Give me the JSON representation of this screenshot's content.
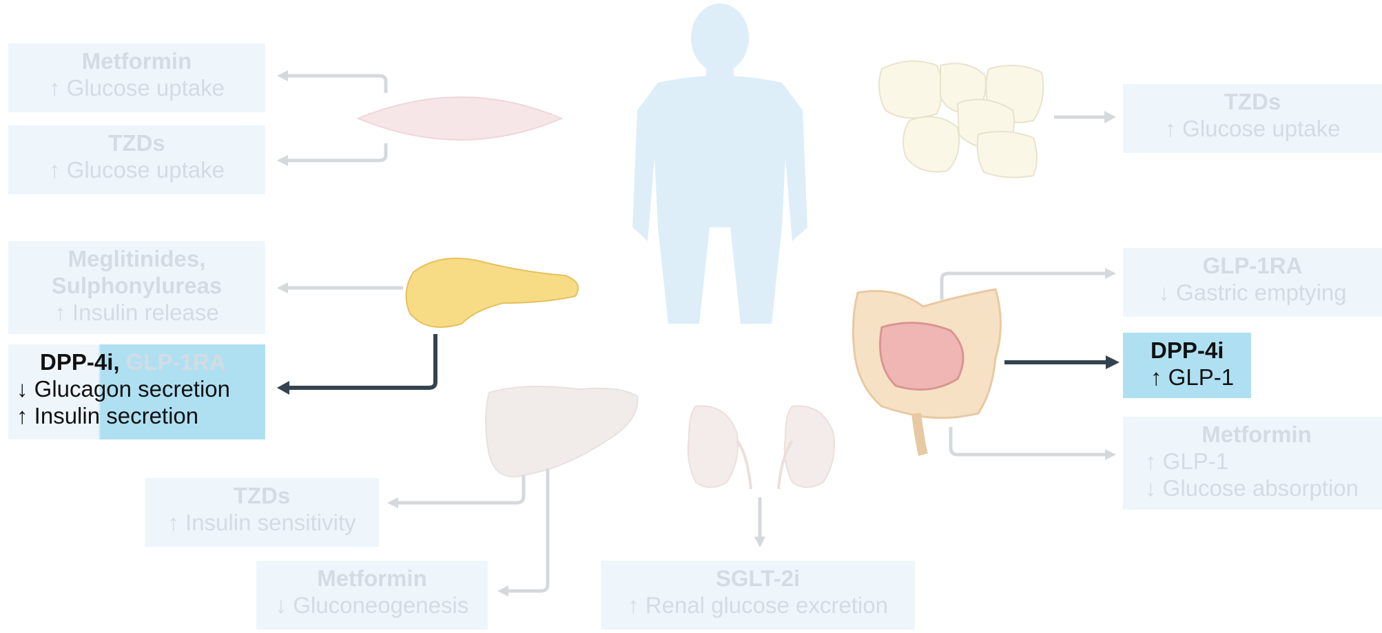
{
  "diagram": {
    "colors": {
      "faded_text": "#d3dce2",
      "active_text": "#111111",
      "box_faded": "#eef6fb",
      "box_active": "#aee0f2",
      "arrow_faded": "#d6d9dc",
      "arrow_active": "#34444e"
    },
    "organs": [
      "muscle",
      "adipose-tissue",
      "pancreas",
      "intestine",
      "liver",
      "kidneys",
      "human-body"
    ],
    "boxes": {
      "muscle_metformin": {
        "title": "Metformin",
        "line1": "↑ Glucose uptake"
      },
      "muscle_tzds": {
        "title": "TZDs",
        "line1": "↑ Glucose uptake"
      },
      "adipose_tzds": {
        "title": "TZDs",
        "line1": "↑ Glucose uptake"
      },
      "pancreas_meglitinides": {
        "title1": "Meglitinides,",
        "title2": "Sulphonylureas",
        "line1": "↑ Insulin release"
      },
      "pancreas_dpp4": {
        "title_active": "DPP-4i,",
        "title_faded": "GLP-1RA",
        "line1": "↓ Glucagon secretion",
        "line2": "↑ Insulin secretion"
      },
      "gut_glp1ra": {
        "title": "GLP-1RA",
        "line1": "↓ Gastric emptying"
      },
      "gut_dpp4": {
        "title": "DPP-4i",
        "line1": "↑ GLP-1"
      },
      "gut_metformin": {
        "title": "Metformin",
        "line1": "↑ GLP-1",
        "line2": "↓ Glucose absorption"
      },
      "liver_tzds": {
        "title": "TZDs",
        "line1": "↑ Insulin sensitivity"
      },
      "liver_metformin": {
        "title": "Metformin",
        "line1": "↓ Gluconeogenesis"
      },
      "kidney_sglt2": {
        "title": "SGLT-2i",
        "line1": "↑ Renal glucose excretion"
      }
    }
  }
}
